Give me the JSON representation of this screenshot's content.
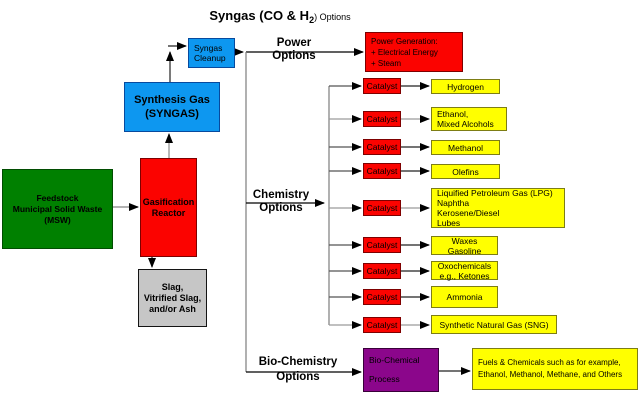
{
  "title": {
    "main": "Syngas  (CO & H",
    "sub": "2",
    "suffix": ") Options"
  },
  "nodes": {
    "feedstock": {
      "lines": [
        "Feedstock",
        "Municipal Solid Waste",
        "(MSW)"
      ]
    },
    "gasification": {
      "lines": [
        "Gasification",
        "Reactor"
      ]
    },
    "synthesis_gas": {
      "lines": [
        "Synthesis Gas",
        "(SYNGAS)"
      ]
    },
    "syngas_cleanup": {
      "lines": [
        "Syngas",
        "Cleanup"
      ]
    },
    "slag": {
      "lines": [
        "Slag,",
        "Vitrified Slag,",
        "and/or Ash"
      ]
    },
    "power_generation": {
      "lines": [
        "Power Generation:",
        "+ Electrical Energy",
        "+ Steam"
      ]
    },
    "biochemical_process": {
      "lines": [
        "Bio-Chemical",
        "Process"
      ]
    },
    "fuels_chemicals": {
      "lines": [
        "Fuels & Chemicals such as for example,",
        "Ethanol, Methanol, Methane, and Others"
      ]
    }
  },
  "branch_labels": {
    "power": {
      "lines": [
        "Power",
        "Options"
      ]
    },
    "chemistry": {
      "lines": [
        "Chemistry",
        "Options"
      ]
    },
    "biochemistry": {
      "lines": [
        "Bio-Chemistry",
        "Options"
      ]
    }
  },
  "catalyst_rows": [
    {
      "catalyst": "Catalyst",
      "product": [
        "Hydrogen"
      ]
    },
    {
      "catalyst": "Catalyst",
      "product": [
        "Ethanol,",
        "Mixed Alcohols"
      ]
    },
    {
      "catalyst": "Catalyst",
      "product": [
        "Methanol"
      ]
    },
    {
      "catalyst": "Catalyst",
      "product": [
        "Olefins"
      ]
    },
    {
      "catalyst": "Catalyst",
      "product": [
        "Liquified Petroleum Gas (LPG)",
        "Naphtha",
        "Kerosene/Diesel",
        "Lubes"
      ]
    },
    {
      "catalyst": "Catalyst",
      "product": [
        "Waxes",
        "Gasoline"
      ]
    },
    {
      "catalyst": "Catalyst",
      "product": [
        "Oxochemicals",
        "e.g., Ketones"
      ]
    },
    {
      "catalyst": "Catalyst",
      "product": [
        "Ammonia"
      ]
    },
    {
      "catalyst": "Catalyst",
      "product": [
        "Synthetic Natural Gas (SNG)"
      ]
    }
  ],
  "colors": {
    "feedstock_green": "#008000",
    "reactor_red": "#fb0300",
    "syngas_blue": "#0d97f0",
    "slag_gray": "#c6c6c6",
    "product_yellow": "#ffff00",
    "biochem_purple": "#8b068b"
  }
}
